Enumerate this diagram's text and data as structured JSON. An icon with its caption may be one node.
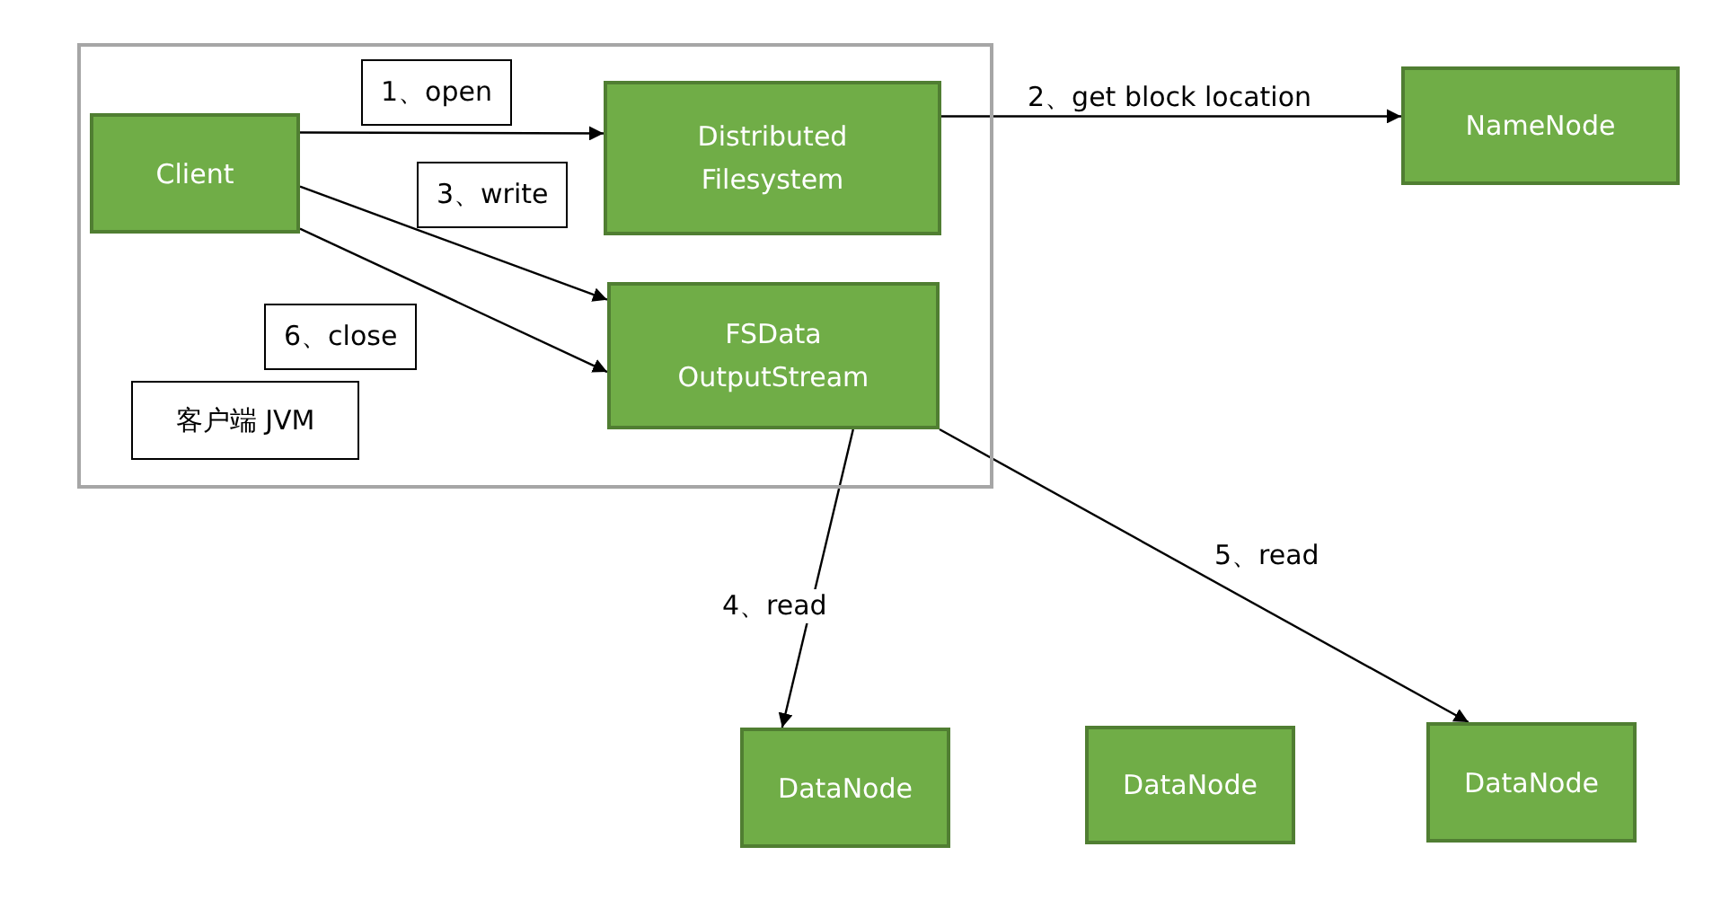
{
  "diagram": {
    "nodes": [
      {
        "text": [],
        "shape": "box"
      },
      {
        "text": [
          "Client"
        ],
        "in": 0
      },
      {
        "text": [
          "Distributed Filesystem"
        ],
        "in": 0
      },
      {
        "text": [
          "FSData OutputStream"
        ],
        "in": 0
      },
      {
        "text": [
          "客户端 JVM"
        ],
        "in": 0
      },
      {
        "text": [
          "NameNode"
        ]
      },
      {
        "text": [
          "DataNode"
        ]
      },
      {
        "text": [
          "DataNode"
        ]
      },
      {
        "text": [
          "DataNode"
        ]
      }
    ],
    "edges": [
      {
        "from": 1,
        "to": 2,
        "arrow": "to",
        "label": "1、open"
      },
      {
        "from": 2,
        "to": 5,
        "arrow": "to",
        "label": "2、get block location"
      },
      {
        "from": 1,
        "to": 3,
        "arrow": "to",
        "label": "3、write"
      },
      {
        "from": 1,
        "to": 3,
        "arrow": "to",
        "label": "6、close"
      },
      {
        "from": 3,
        "to": 6,
        "arrow": "to",
        "label": "4、read"
      },
      {
        "from": 3,
        "to": 8,
        "arrow": "to",
        "label": "5、read"
      }
    ]
  }
}
